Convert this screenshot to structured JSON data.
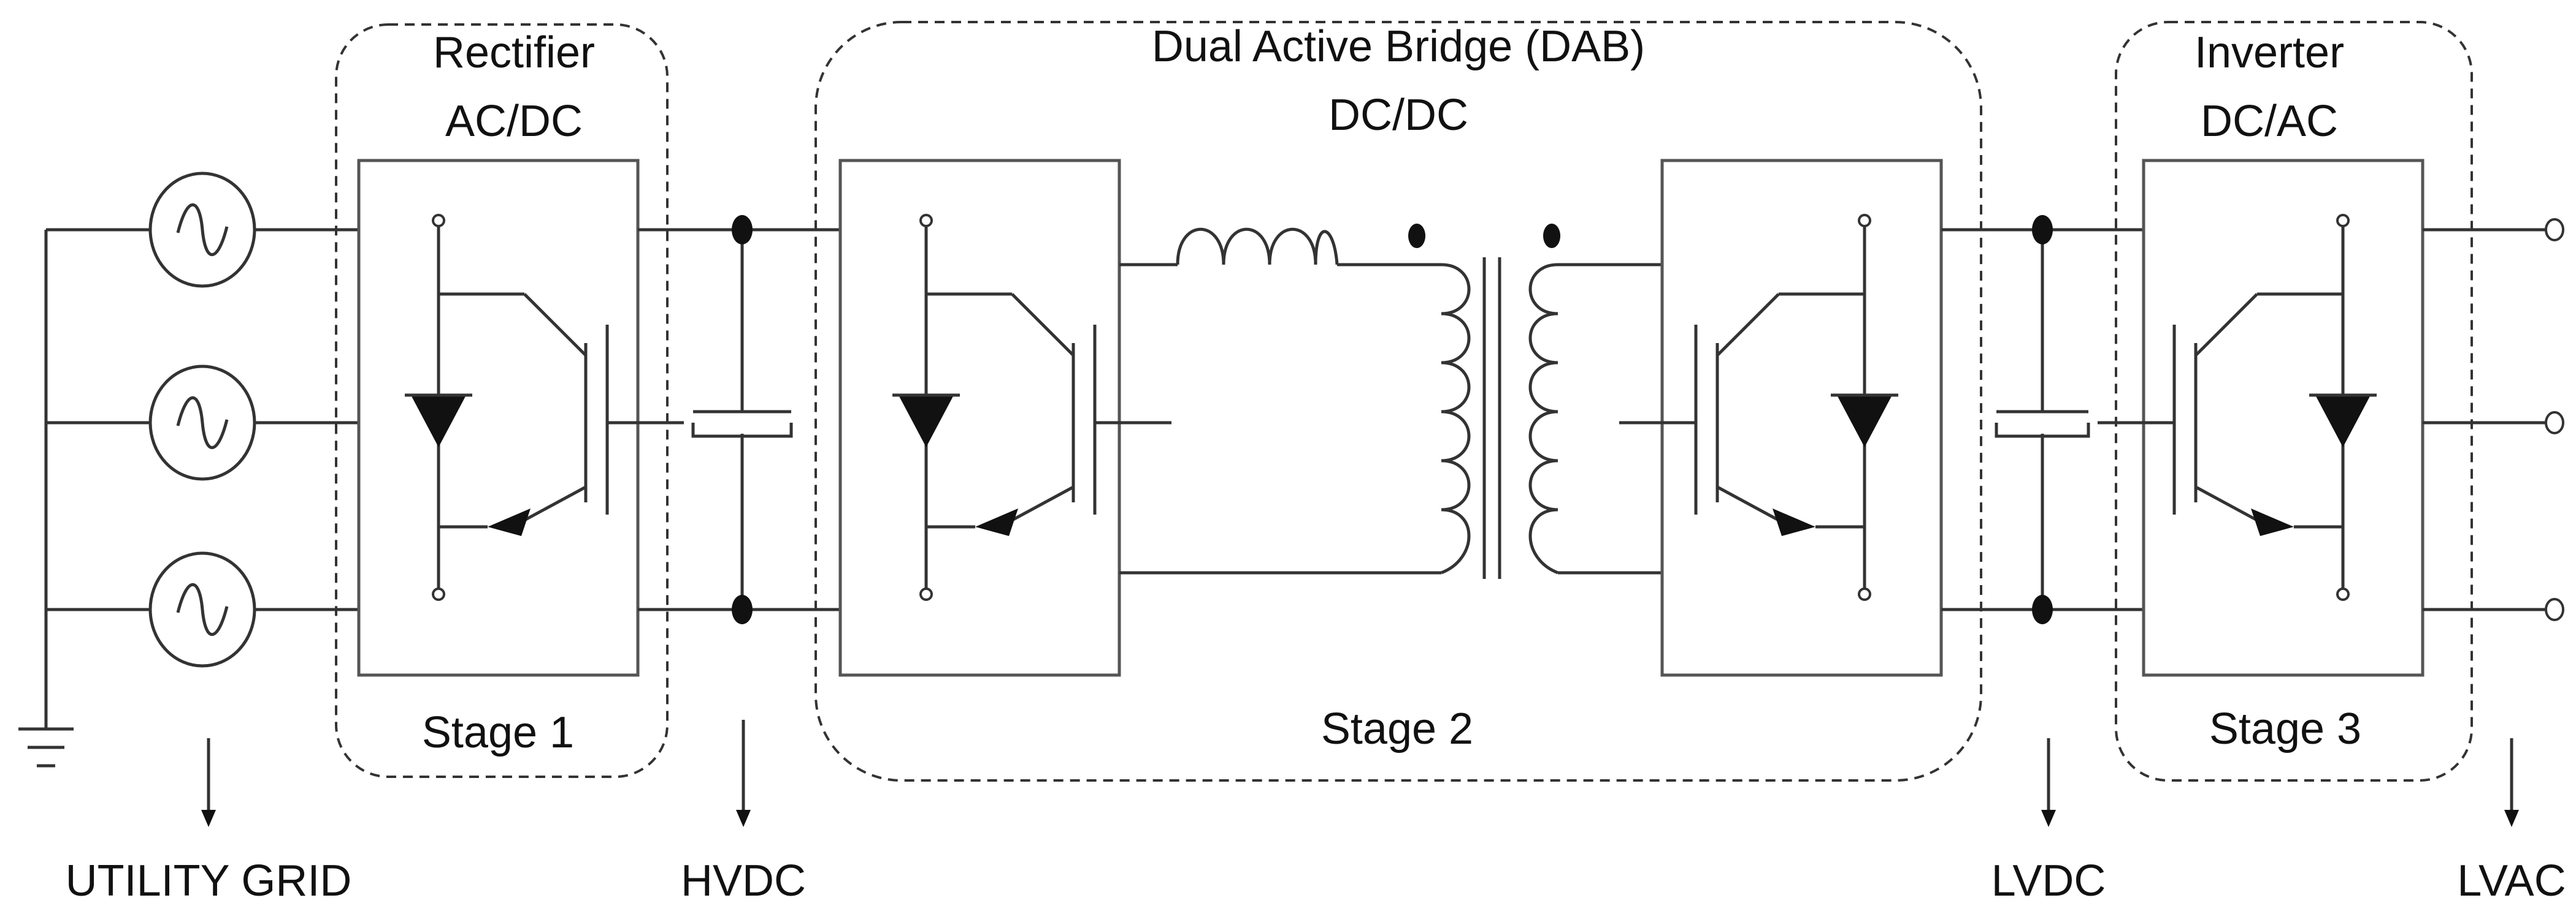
{
  "labels": {
    "rectifier_title": "Rectifier",
    "rectifier_type": "AC/DC",
    "dab_title": "Dual Active Bridge (DAB)",
    "dab_type": "DC/DC",
    "inverter_title": "Inverter",
    "inverter_type": "DC/AC",
    "stage1": "Stage 1",
    "stage2": "Stage 2",
    "stage3": "Stage 3",
    "utility_grid": "UTILITY GRID",
    "hvdc": "HVDC",
    "lvdc": "LVDC",
    "lvac": "LVAC"
  }
}
